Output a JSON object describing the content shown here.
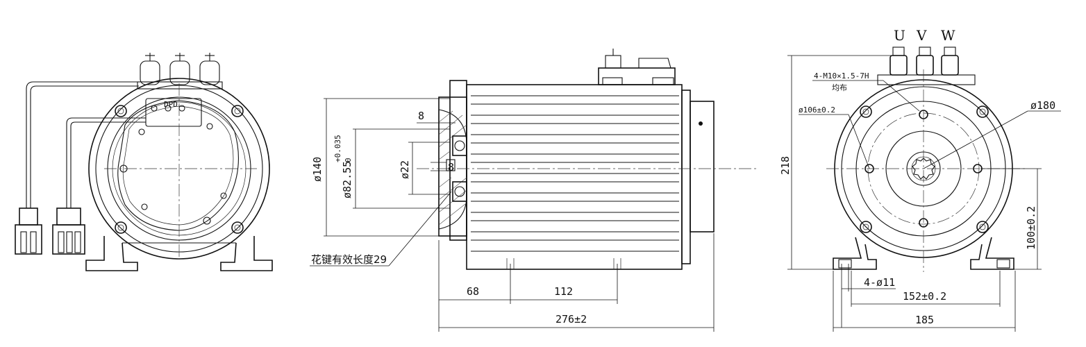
{
  "phase_labels": {
    "u": "U",
    "v": "V",
    "w": "W"
  },
  "dimensions": {
    "d140": "ø140",
    "d82": "ø82.55",
    "tol_upper": "+0.035",
    "tol_lower": "0",
    "d22": "ø22",
    "key8_top": "8",
    "key8_side": "8",
    "spline_note": "花键有效长度29",
    "len68": "68",
    "len112": "112",
    "len276": "276±2",
    "thread_note": "4-M10×1.5-7H",
    "thread_note2": "均布",
    "d106": "ø106±0.2",
    "d180": "ø180",
    "h218": "218",
    "h100": "100±0.2",
    "holes": "4-ø11",
    "w152": "152±0.2",
    "w185": "185"
  },
  "label_plate": "DPD"
}
